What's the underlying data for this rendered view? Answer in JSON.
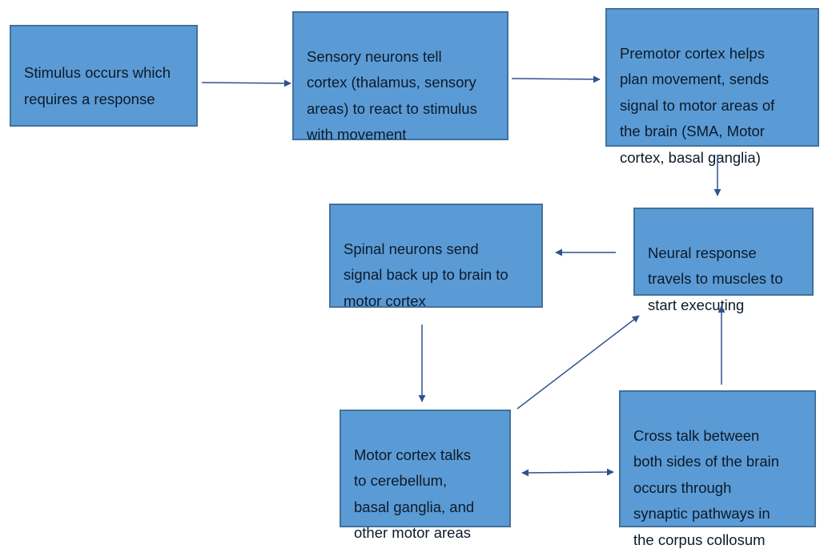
{
  "diagram": {
    "boxes": [
      {
        "id": "stimulus",
        "text": "Stimulus occurs which\nrequires a response"
      },
      {
        "id": "sensory",
        "text": "Sensory neurons tell\ncortex (thalamus, sensory\nareas) to react to stimulus\nwith movement"
      },
      {
        "id": "premotor",
        "text": "Premotor cortex helps\nplan movement, sends\nsignal to motor areas of\nthe brain (SMA, Motor\ncortex, basal ganglia)"
      },
      {
        "id": "neural",
        "text": "Neural response\ntravels to muscles to\nstart executing"
      },
      {
        "id": "spinal",
        "text": "Spinal neurons send\nsignal back up to brain to\nmotor cortex"
      },
      {
        "id": "motor",
        "text": "Motor cortex talks\nto cerebellum,\nbasal ganglia, and\nother motor areas"
      },
      {
        "id": "crosstalk",
        "text": "Cross talk between\nboth sides of the brain\noccurs through\nsynaptic pathways in\nthe corpus collosum"
      }
    ],
    "connections": [
      {
        "from": "stimulus",
        "to": "sensory",
        "direction": "forward"
      },
      {
        "from": "sensory",
        "to": "premotor",
        "direction": "forward"
      },
      {
        "from": "premotor",
        "to": "neural",
        "direction": "forward"
      },
      {
        "from": "neural",
        "to": "spinal",
        "direction": "forward"
      },
      {
        "from": "spinal",
        "to": "motor",
        "direction": "forward"
      },
      {
        "from": "motor",
        "to": "neural",
        "direction": "forward"
      },
      {
        "from": "motor",
        "to": "crosstalk",
        "direction": "both"
      },
      {
        "from": "crosstalk",
        "to": "neural",
        "direction": "forward"
      }
    ],
    "colors": {
      "box_fill": "#5b9bd5",
      "box_border": "#41719c",
      "arrow": "#2f528f",
      "text": "#0c1a2a"
    }
  }
}
